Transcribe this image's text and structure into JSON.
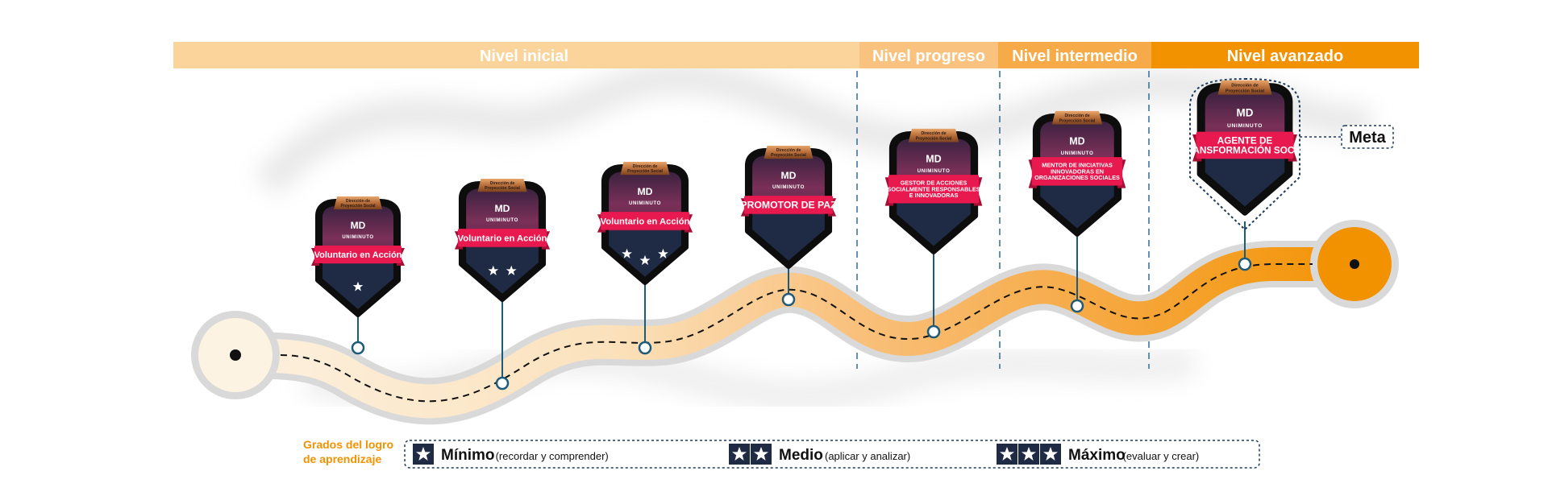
{
  "levels": [
    {
      "label": "Nivel inicial",
      "color": "#fbd49c"
    },
    {
      "label": "Nivel progreso",
      "color": "#f9c27f"
    },
    {
      "label": "Nivel intermedio",
      "color": "#f6ab48"
    },
    {
      "label": "Nivel avanzado",
      "color": "#f39200"
    }
  ],
  "badge_common": {
    "org_line1": "Dirección de",
    "org_line2": "Proyección Social",
    "logo": "MD",
    "university": "UNIMINUTO"
  },
  "badges": [
    {
      "ribbon": [
        "Voluntario en Acción"
      ],
      "stars": 1
    },
    {
      "ribbon": [
        "Voluntario en Acción"
      ],
      "stars": 2
    },
    {
      "ribbon": [
        "Voluntario en Acción"
      ],
      "stars": 3
    },
    {
      "ribbon": [
        "PROMOTOR DE PAZ"
      ],
      "stars": 0
    },
    {
      "ribbon": [
        "GESTOR DE ACCIONES",
        "SOCIALMENTE RESPONSABLES",
        "E INNOVADORAS"
      ],
      "stars": 0
    },
    {
      "ribbon": [
        "MENTOR DE INICIATIVAS",
        "INNOVADORAS EN",
        "ORGANIZACIONES SOCIALES"
      ],
      "stars": 0
    },
    {
      "ribbon": [
        "AGENTE DE",
        "TRANSFORMACIÓN SOCIAL"
      ],
      "stars": 0
    }
  ],
  "meta_label": "Meta",
  "legend": {
    "title_line1": "Grados del logro",
    "title_line2": "de aprendizaje",
    "items": [
      {
        "stars": 1,
        "name": "Mínimo",
        "desc": "(recordar y comprender)"
      },
      {
        "stars": 2,
        "name": "Medio",
        "desc": "(aplicar y analizar)"
      },
      {
        "stars": 3,
        "name": "Máximo",
        "desc": "(evaluar y crear)"
      }
    ]
  },
  "colors": {
    "path_light": "#fdf0dc",
    "path_mid": "#f9c27f",
    "path_dark": "#f39200",
    "badge_navy": "#1f2a44",
    "badge_plum": "#6b2a4f",
    "ribbon_pink": "#e8194f",
    "bronze": "#b86e3a",
    "connector": "#1e5a7a"
  }
}
